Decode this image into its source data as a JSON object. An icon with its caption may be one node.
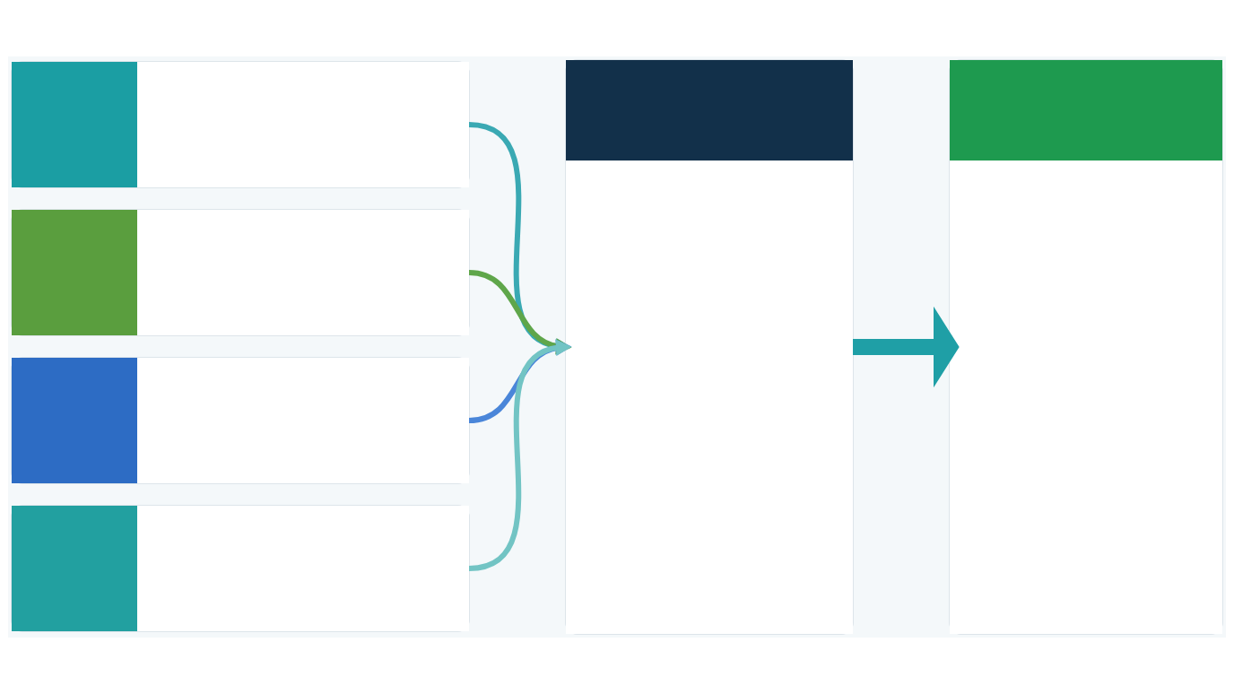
{
  "diagram": {
    "nodes": [
      {
        "text": [],
        "shape": "box"
      },
      {
        "text": [],
        "shape": "box"
      },
      {
        "text": [],
        "shape": "box"
      },
      {
        "text": [],
        "shape": "box"
      },
      {
        "text": [],
        "shape": "box"
      },
      {
        "text": [],
        "shape": "box"
      }
    ],
    "edges": [
      {
        "from": 0,
        "to": 4,
        "arrow": "to",
        "color": "#3aa9b3"
      },
      {
        "from": 1,
        "to": 4,
        "arrow": "to",
        "color": "#5fa64a"
      },
      {
        "from": 2,
        "to": 4,
        "arrow": "to",
        "color": "#4a86d9"
      },
      {
        "from": 3,
        "to": 4,
        "arrow": "to",
        "color": "#72c4c4"
      },
      {
        "from": 4,
        "to": 5,
        "arrow": "to",
        "style": "thick",
        "color": "#1f9fa6"
      }
    ]
  }
}
